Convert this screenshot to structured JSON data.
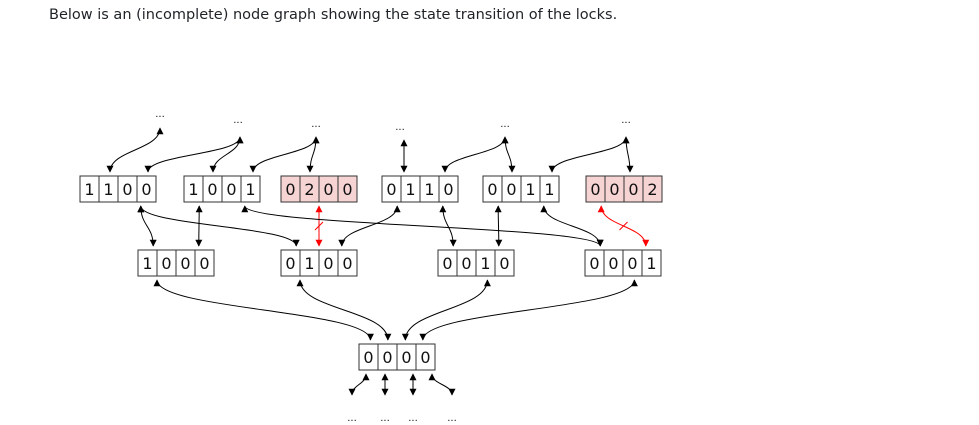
{
  "caption": "Below is an (incomplete) node graph showing the state transition of the locks.",
  "ellipsis": "...",
  "colors": {
    "highlight_fill": "#f7d4d4",
    "edge": "#000000",
    "invalid_edge": "#ff0000"
  },
  "states": [
    {
      "id": "1100",
      "digits": [
        "1",
        "1",
        "0",
        "0"
      ],
      "highlighted": false
    },
    {
      "id": "1001",
      "digits": [
        "1",
        "0",
        "0",
        "1"
      ],
      "highlighted": false
    },
    {
      "id": "0200",
      "digits": [
        "0",
        "2",
        "0",
        "0"
      ],
      "highlighted": true
    },
    {
      "id": "0110",
      "digits": [
        "0",
        "1",
        "1",
        "0"
      ],
      "highlighted": false
    },
    {
      "id": "0011",
      "digits": [
        "0",
        "0",
        "1",
        "1"
      ],
      "highlighted": false
    },
    {
      "id": "0002",
      "digits": [
        "0",
        "0",
        "0",
        "2"
      ],
      "highlighted": true
    },
    {
      "id": "1000",
      "digits": [
        "1",
        "0",
        "0",
        "0"
      ],
      "highlighted": false
    },
    {
      "id": "0100",
      "digits": [
        "0",
        "1",
        "0",
        "0"
      ],
      "highlighted": false
    },
    {
      "id": "0010",
      "digits": [
        "0",
        "0",
        "1",
        "0"
      ],
      "highlighted": false
    },
    {
      "id": "0001",
      "digits": [
        "0",
        "0",
        "0",
        "1"
      ],
      "highlighted": false
    },
    {
      "id": "0000",
      "digits": [
        "0",
        "0",
        "0",
        "0"
      ],
      "highlighted": false
    }
  ],
  "transitions": [
    {
      "from": "1000",
      "to": "1100"
    },
    {
      "from": "1000",
      "to": "1001"
    },
    {
      "from": "0100",
      "to": "1100"
    },
    {
      "from": "0100",
      "to": "0110"
    },
    {
      "from": "0100",
      "to": "0200",
      "invalid": true
    },
    {
      "from": "0010",
      "to": "0110"
    },
    {
      "from": "0010",
      "to": "0011"
    },
    {
      "from": "0001",
      "to": "1001"
    },
    {
      "from": "0001",
      "to": "0011"
    },
    {
      "from": "0001",
      "to": "0002",
      "invalid": true
    },
    {
      "from": "0000",
      "to": "1000"
    },
    {
      "from": "0000",
      "to": "0100"
    },
    {
      "from": "0000",
      "to": "0010"
    },
    {
      "from": "0000",
      "to": "0001"
    }
  ]
}
